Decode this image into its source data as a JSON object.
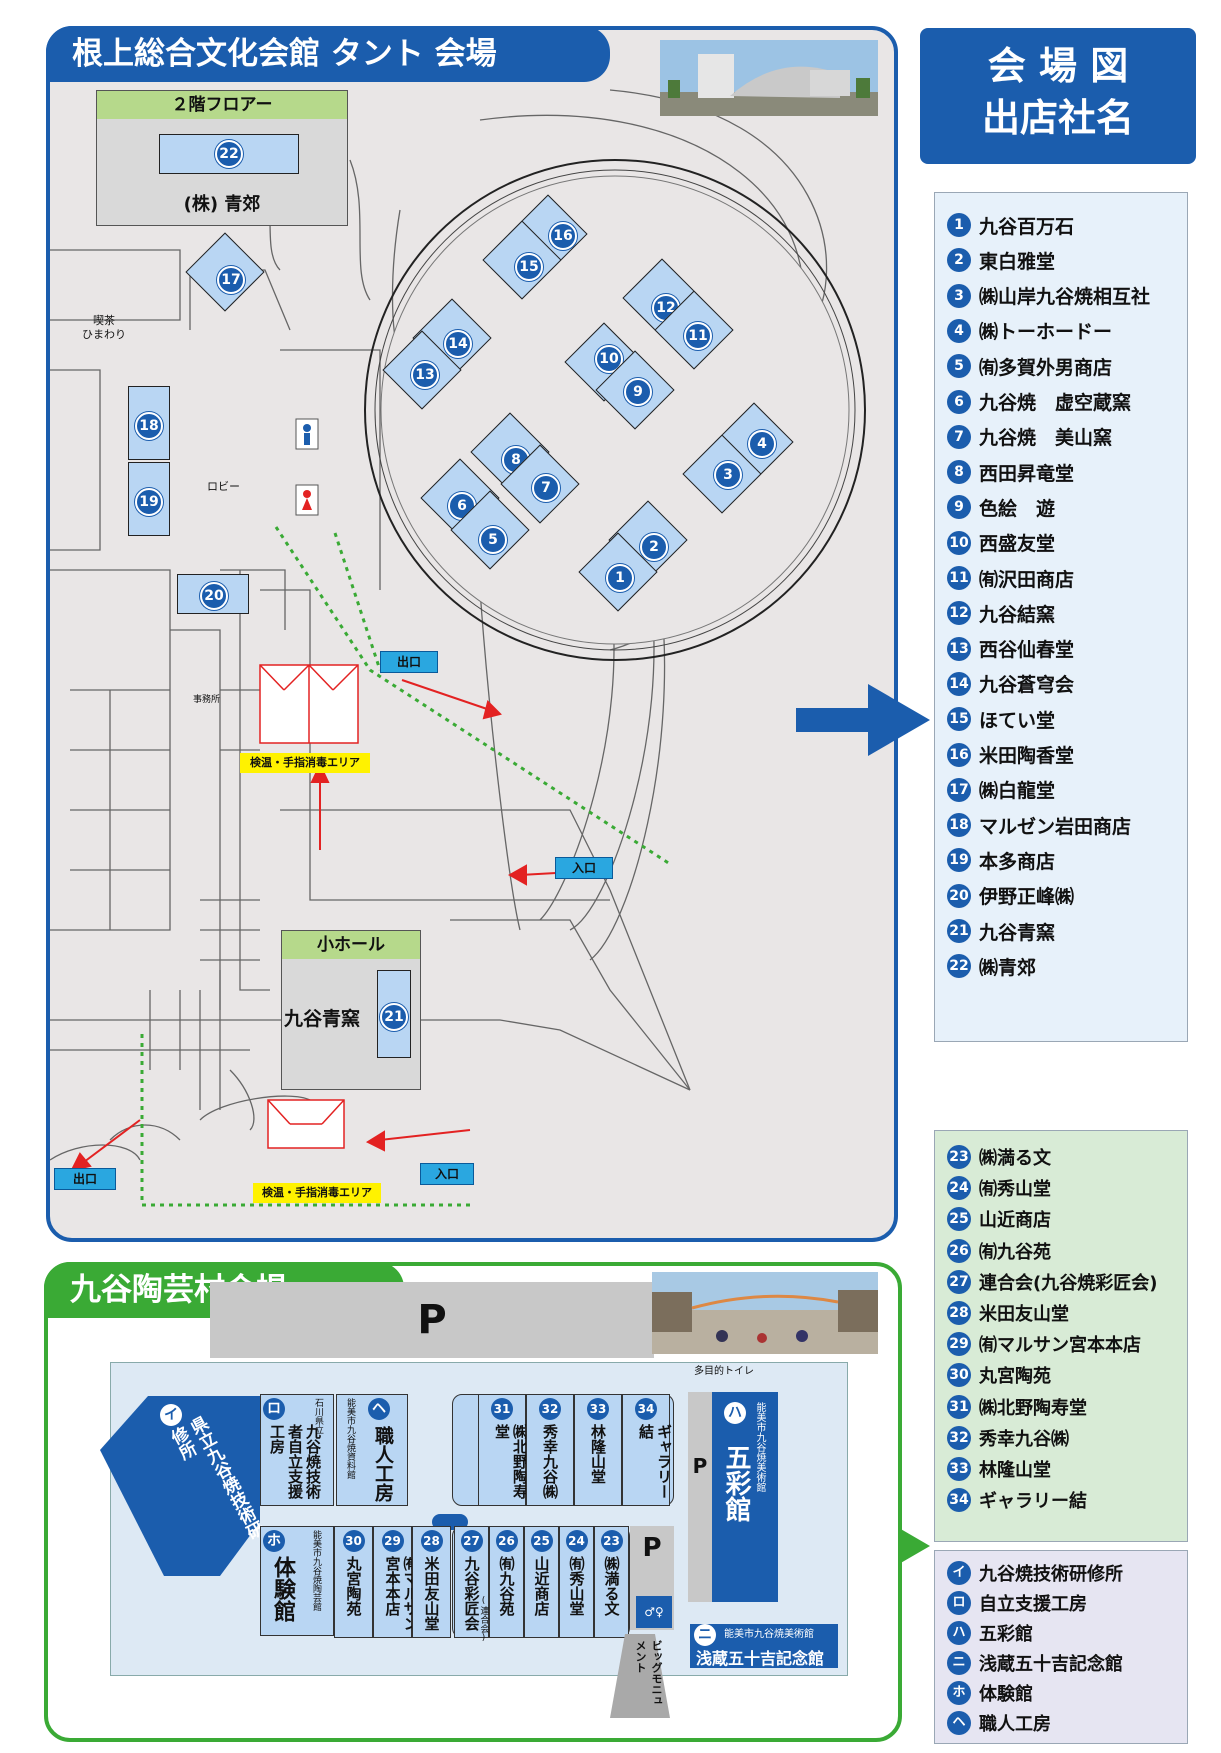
{
  "header": {
    "title_line1": "会 場 図",
    "title_line2": "出店社名"
  },
  "venue1": {
    "title": "根上総合文化会館 タント 会場",
    "floor2_label": "２階フロアー",
    "floor2_company": "(株) 青郊",
    "cafe_label": "喫茶\nひまわり",
    "lobby_label": "ロビー",
    "office_label": "事務所",
    "small_hall_label": "小ホール",
    "small_hall_company": "九谷青窯",
    "exit_label": "出口",
    "entrance_label": "入口",
    "sanitize_label": "検温・手指消毒エリア",
    "booths": [
      "1",
      "2",
      "3",
      "4",
      "5",
      "6",
      "7",
      "8",
      "9",
      "10",
      "11",
      "12",
      "13",
      "14",
      "15",
      "16",
      "17",
      "18",
      "19",
      "20",
      "21",
      "22"
    ]
  },
  "legend1": [
    {
      "n": "1",
      "name": "九谷百万石"
    },
    {
      "n": "2",
      "name": "東白雅堂"
    },
    {
      "n": "3",
      "name": "㈱山岸九谷焼相互社"
    },
    {
      "n": "4",
      "name": "㈱トーホードー"
    },
    {
      "n": "5",
      "name": "㈲多賀外男商店"
    },
    {
      "n": "6",
      "name": "九谷焼　虚空蔵窯"
    },
    {
      "n": "7",
      "name": "九谷焼　美山窯"
    },
    {
      "n": "8",
      "name": "西田昇竜堂"
    },
    {
      "n": "9",
      "name": "色絵　遊"
    },
    {
      "n": "10",
      "name": "西盛友堂"
    },
    {
      "n": "11",
      "name": "㈲沢田商店"
    },
    {
      "n": "12",
      "name": "九谷結窯"
    },
    {
      "n": "13",
      "name": "西谷仙春堂"
    },
    {
      "n": "14",
      "name": "九谷蒼穹会"
    },
    {
      "n": "15",
      "name": "ほてい堂"
    },
    {
      "n": "16",
      "name": "米田陶香堂"
    },
    {
      "n": "17",
      "name": "㈱白龍堂"
    },
    {
      "n": "18",
      "name": "マルゼン岩田商店"
    },
    {
      "n": "19",
      "name": "本多商店"
    },
    {
      "n": "20",
      "name": "伊野正峰㈱"
    },
    {
      "n": "21",
      "name": "九谷青窯"
    },
    {
      "n": "22",
      "name": "㈱青郊"
    }
  ],
  "venue2": {
    "title": "九谷陶芸村会場",
    "parking": "P",
    "toilet_label": "多目的トイレ",
    "monument_label": "ビッグモニュメント",
    "building_i": "県立九谷焼技術研修所",
    "building_ro": "九谷焼技術者自立支援工房",
    "building_ro_sub": "石川県立",
    "building_he": "職人工房",
    "building_he_sub": "能美市九谷焼資料館",
    "building_ha": "五彩館",
    "building_ha_sub": "能美市九谷焼美術館",
    "building_ho": "体験館",
    "building_ho_sub": "能美市九谷焼陶芸館",
    "building_ni": "浅蔵五十吉記念館",
    "building_ni_sub": "能美市九谷焼美術館",
    "kana_i": "イ",
    "kana_ro": "ロ",
    "kana_ha": "ハ",
    "kana_ni": "ニ",
    "kana_ho": "ホ",
    "kana_he": "ヘ",
    "row_top": [
      {
        "n": "31",
        "name": "㈱北野陶寿堂"
      },
      {
        "n": "32",
        "name": "秀幸九谷㈱"
      },
      {
        "n": "33",
        "name": "林隆山堂"
      },
      {
        "n": "34",
        "name": "ギャラリー結"
      }
    ],
    "row_bottom_left": [
      {
        "n": "30",
        "name": "丸宮陶苑"
      },
      {
        "n": "29",
        "name": "㈲マルサン宮本本店"
      },
      {
        "n": "28",
        "name": "米田友山堂"
      }
    ],
    "row_bottom_right": [
      {
        "n": "27",
        "name": "九谷彩匠会",
        "sub": "(連合会)"
      },
      {
        "n": "26",
        "name": "㈲九谷苑"
      },
      {
        "n": "25",
        "name": "山近商店"
      },
      {
        "n": "24",
        "name": "㈲秀山堂"
      },
      {
        "n": "23",
        "name": "㈱満る文"
      }
    ]
  },
  "legend2": [
    {
      "n": "23",
      "name": "㈱満る文"
    },
    {
      "n": "24",
      "name": "㈲秀山堂"
    },
    {
      "n": "25",
      "name": "山近商店"
    },
    {
      "n": "26",
      "name": "㈲九谷苑"
    },
    {
      "n": "27",
      "name": "連合会(九谷焼彩匠会)"
    },
    {
      "n": "28",
      "name": "米田友山堂"
    },
    {
      "n": "29",
      "name": "㈲マルサン宮本本店"
    },
    {
      "n": "30",
      "name": "丸宮陶苑"
    },
    {
      "n": "31",
      "name": "㈱北野陶寿堂"
    },
    {
      "n": "32",
      "name": "秀幸九谷㈱"
    },
    {
      "n": "33",
      "name": "林隆山堂"
    },
    {
      "n": "34",
      "name": "ギャラリー結"
    }
  ],
  "legend3": [
    {
      "k": "イ",
      "name": "九谷焼技術研修所"
    },
    {
      "k": "ロ",
      "name": "自立支援工房"
    },
    {
      "k": "ハ",
      "name": "五彩館"
    },
    {
      "k": "ニ",
      "name": "浅蔵五十吉記念館"
    },
    {
      "k": "ホ",
      "name": "体験館"
    },
    {
      "k": "ヘ",
      "name": "職人工房"
    }
  ],
  "colors": {
    "blue": "#1b5dad",
    "green": "#3aaa35",
    "booth": "#b9d6f3",
    "map_bg": "#e9e6e6"
  }
}
